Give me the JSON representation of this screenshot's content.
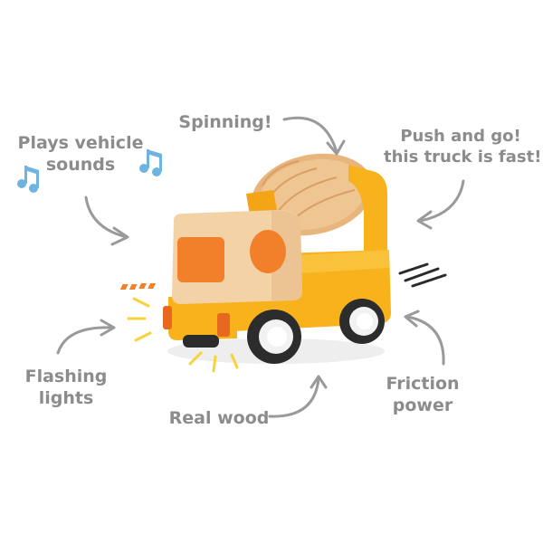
{
  "callouts": {
    "sounds": {
      "line1": "Plays vehicle",
      "line2": "sounds"
    },
    "spinning": {
      "line1": "Spinning!"
    },
    "push": {
      "line1": "Push and go!",
      "line2": "this truck is fast!"
    },
    "flashing": {
      "line1": "Flashing",
      "line2": "lights"
    },
    "wood": {
      "line1": "Real wood"
    },
    "friction": {
      "line1": "Friction",
      "line2": "power"
    }
  },
  "colors": {
    "text": "#8c8c8c",
    "arrow": "#9a9a9a",
    "music_note": "#6fb3e0",
    "body_yellow": "#f7b21c",
    "cab_wood": "#f3d2a6",
    "panel_orange": "#f27f2a",
    "drum_wood": "#e8b57d",
    "tire": "#2c2c2c",
    "hub": "#f2f2f2",
    "light_ray": "#f7d33a"
  },
  "icons": [
    "music-note-icon",
    "arrow-icon",
    "speed-lines-icon",
    "light-rays-icon"
  ]
}
